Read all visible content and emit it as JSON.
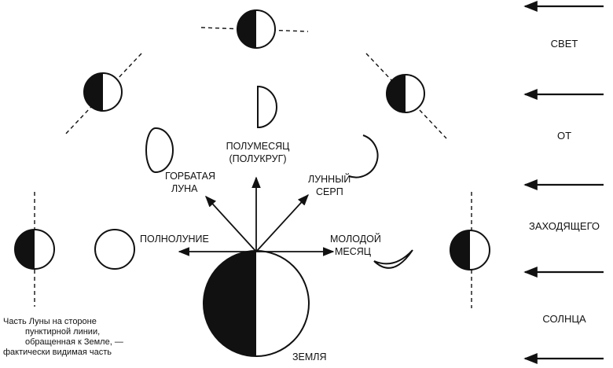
{
  "labels": {
    "half_moon": [
      "ПОЛУМЕСЯЦ",
      "(ПОЛУКРУГ)"
    ],
    "gibbous": [
      "ГОРБАТАЯ",
      "ЛУНА"
    ],
    "crescent": [
      "ЛУННЫЙ",
      "СЕРП"
    ],
    "full_moon": "ПОЛНОЛУНИЕ",
    "new_moon": [
      "МОЛОДОЙ",
      "МЕСЯЦ"
    ],
    "earth": "ЗЕМЛЯ"
  },
  "sunlight": [
    "СВЕТ",
    "ОТ",
    "ЗАХОДЯЩЕГО",
    "СОЛНЦА"
  ],
  "note": [
    "Часть Луны на стороне",
    "пунктирной линии,",
    "обращенная к Земле, —",
    "фактически видимая часть"
  ]
}
